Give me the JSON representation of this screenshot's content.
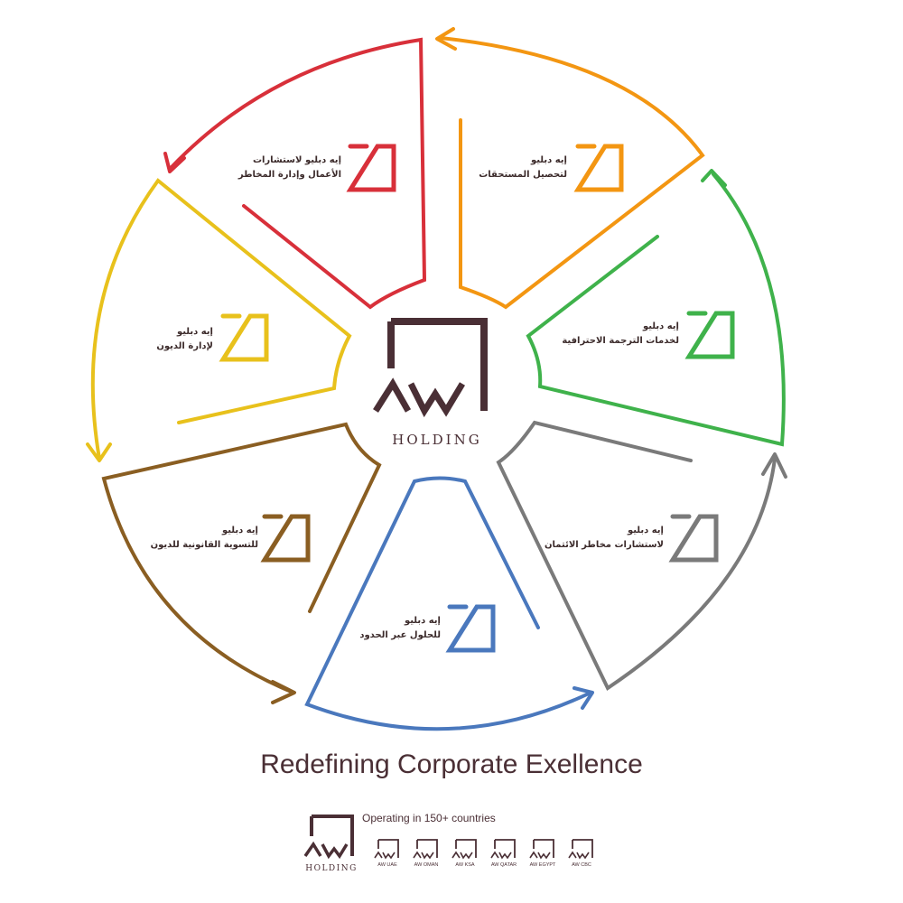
{
  "center": {
    "brand": "HOLDING"
  },
  "segments": [
    {
      "color": "#d8303a",
      "line1": "إيه دبليو لاستشارات",
      "line2": "الأعمال وإدارة المخاطر"
    },
    {
      "color": "#f39612",
      "line1": "إيه دبليو",
      "line2": "لتحصيل المستحقات"
    },
    {
      "color": "#3fb24b",
      "line1": "إيه دبليو",
      "line2": "لخدمات الترجمة الاحترافية"
    },
    {
      "color": "#7a7a7a",
      "line1": "إيه دبليو",
      "line2": "لاستشارات مخاطر الائتمان"
    },
    {
      "color": "#4a78bd",
      "line1": "إيه دبليو",
      "line2": "للحلول عبر الحدود"
    },
    {
      "color": "#8a5e22",
      "line1": "إيه دبليو",
      "line2": "للتسوية القانونية للديون"
    },
    {
      "color": "#e8c11c",
      "line1": "إيه دبليو",
      "line2": "لإدارة الديون"
    }
  ],
  "tagline": "Redefining Corporate Exellence",
  "footer": {
    "operating": "Operating in 150+ countries",
    "brand": "HOLDING",
    "subsidiaries": [
      "AW UAE",
      "AW OMAN",
      "AW KSA",
      "AW QATAR",
      "AW EGYPT",
      "AW CBC"
    ]
  },
  "colors": {
    "brand": "#4a2f35"
  }
}
